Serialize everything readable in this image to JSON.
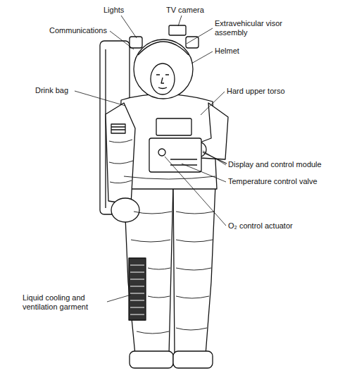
{
  "diagram": {
    "labels": [
      "Lights",
      "TV camera",
      "Extravehicular visor assembly",
      "Communications",
      "Helmet",
      "Drink bag",
      "Hard upper torso",
      "Display and control module",
      "Temperature control valve",
      "O₂ control actuator",
      "Liquid cooling and ventilation garment"
    ]
  }
}
